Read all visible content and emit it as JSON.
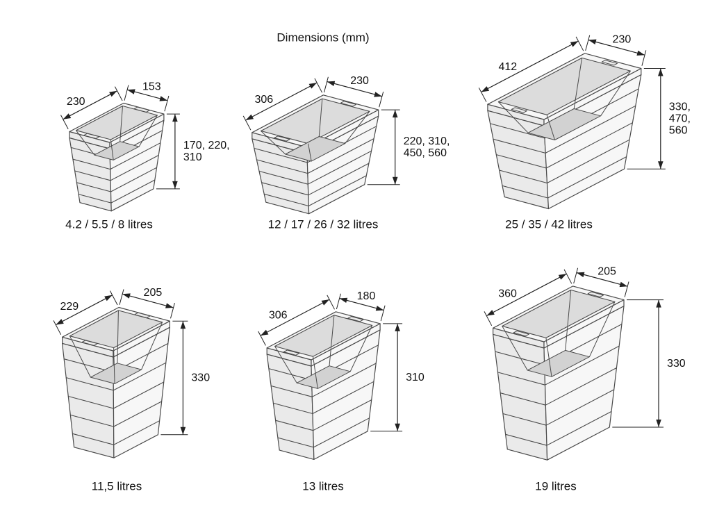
{
  "title": "Dimensions (mm)",
  "colors": {
    "background": "#ffffff",
    "outline": "#4a4a4a",
    "dim_line": "#222222",
    "text": "#111111",
    "fill_light": "#f7f7f7",
    "fill_mid": "#eaeaea",
    "fill_dark": "#dcdcdc",
    "fill_interior": "#d2d2d2"
  },
  "bins": [
    {
      "caption": "4.2 / 5.5 / 8 litres",
      "dim_left": "230",
      "dim_right": "153",
      "height_lines": [
        "170, 220,",
        "310"
      ]
    },
    {
      "caption": "12 / 17 / 26 / 32 litres",
      "dim_left": "306",
      "dim_right": "230",
      "height_lines": [
        "220, 310,",
        "450, 560"
      ]
    },
    {
      "caption": "25 / 35 / 42 litres",
      "dim_left": "412",
      "dim_right": "230",
      "height_lines": [
        "330,",
        "470,",
        "560"
      ]
    },
    {
      "caption": "11,5 litres",
      "dim_left": "229",
      "dim_right": "205",
      "height_lines": [
        "330"
      ]
    },
    {
      "caption": "13 litres",
      "dim_left": "306",
      "dim_right": "180",
      "height_lines": [
        "310"
      ]
    },
    {
      "caption": "19 litres",
      "dim_left": "360",
      "dim_right": "205",
      "height_lines": [
        "330"
      ]
    }
  ]
}
